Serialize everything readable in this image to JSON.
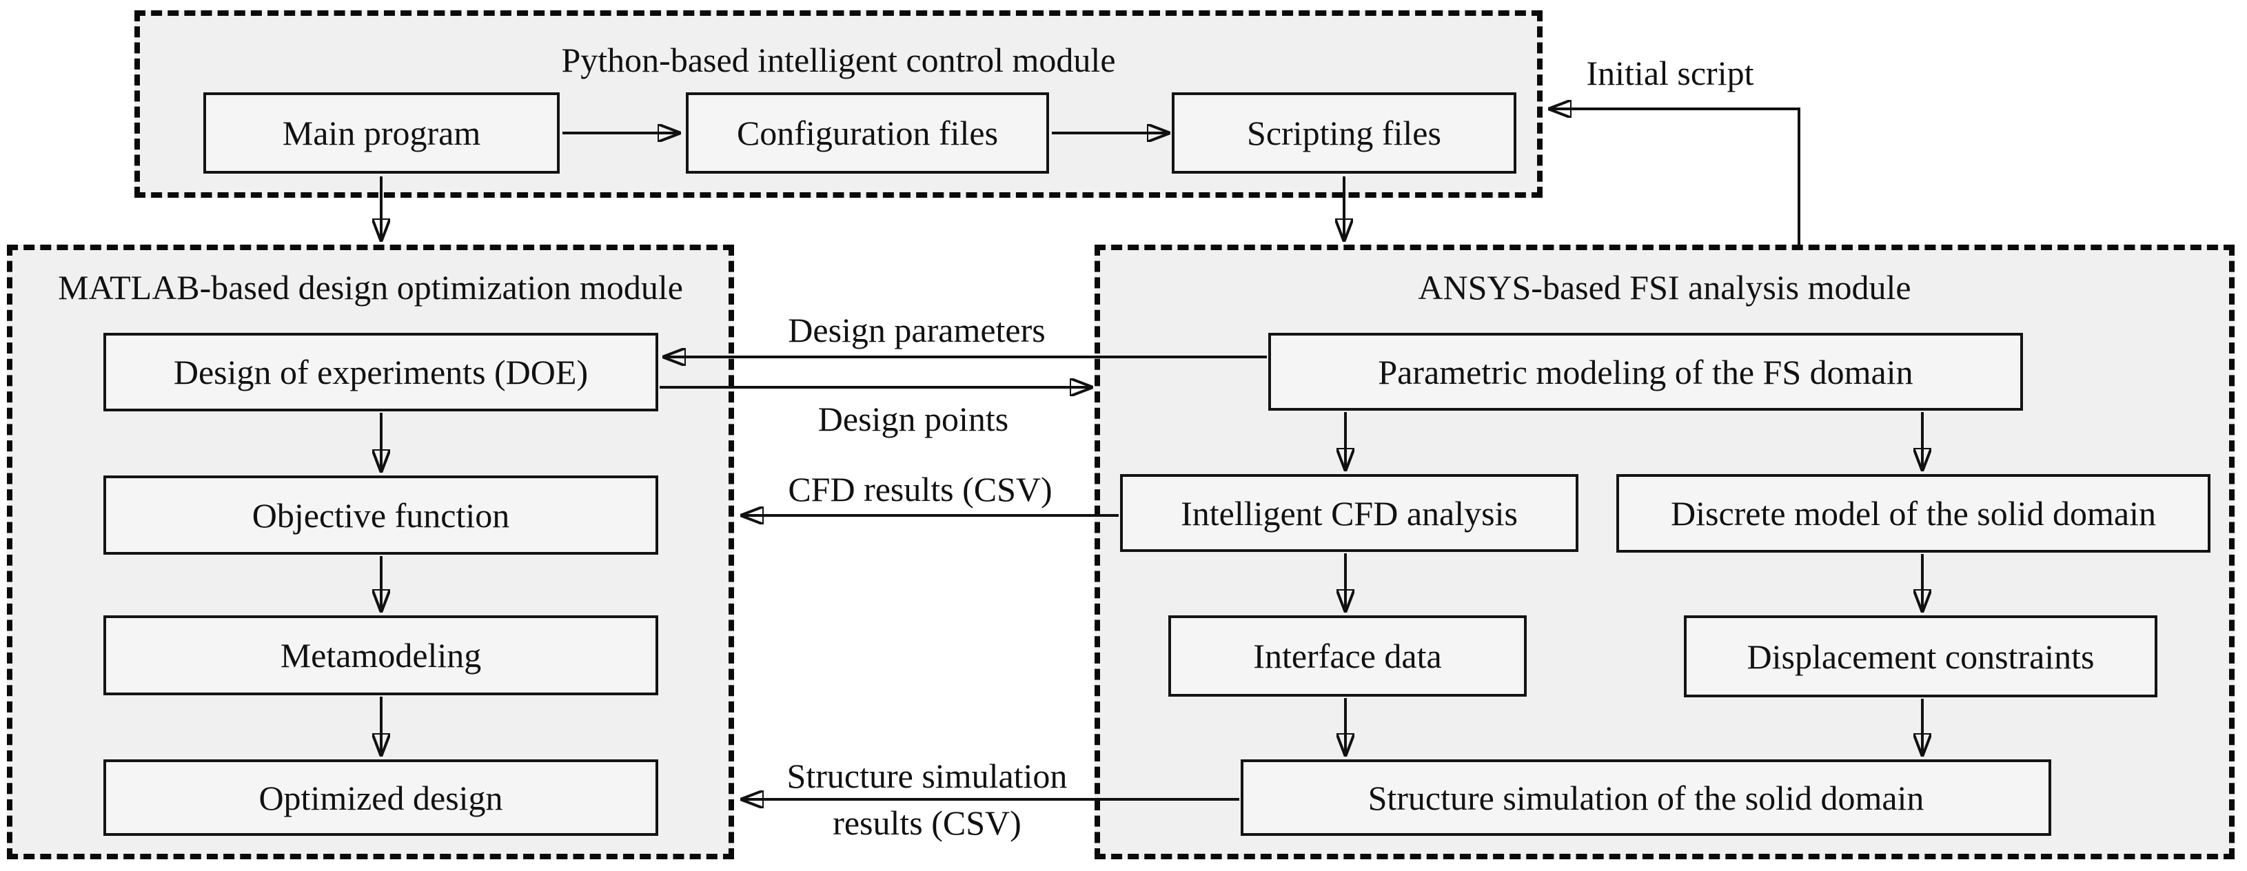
{
  "diagram": {
    "type": "flowchart",
    "modules": {
      "python": {
        "title": "Python-based intelligent control module",
        "nodes": {
          "main_program": "Main program",
          "configuration_files": "Configuration files",
          "scripting_files": "Scripting files"
        }
      },
      "matlab": {
        "title": "MATLAB-based design optimization module",
        "nodes": {
          "doe": "Design of experiments (DOE)",
          "objective_function": "Objective function",
          "metamodeling": "Metamodeling",
          "optimized_design": "Optimized design"
        }
      },
      "ansys": {
        "title": "ANSYS-based FSI analysis module",
        "nodes": {
          "parametric_modeling": "Parametric modeling of the FS domain",
          "intelligent_cfd": "Intelligent CFD analysis",
          "discrete_model": "Discrete model of the solid domain",
          "interface_data": "Interface data",
          "displacement_constraints": "Displacement constraints",
          "structure_simulation": "Structure simulation of the solid domain"
        }
      }
    },
    "edge_labels": {
      "initial_script": "Initial script",
      "design_parameters": "Design parameters",
      "design_points": "Design points",
      "cfd_results": "CFD results (CSV)",
      "structure_results_line1": "Structure simulation",
      "structure_results_line2": "results (CSV)"
    },
    "edges": [
      {
        "from": "main_program",
        "to": "configuration_files",
        "label": ""
      },
      {
        "from": "configuration_files",
        "to": "scripting_files",
        "label": ""
      },
      {
        "from": "main_program",
        "to": "matlab_module",
        "label": ""
      },
      {
        "from": "scripting_files",
        "to": "ansys_module",
        "label": ""
      },
      {
        "from": "ansys_module",
        "to": "scripting_files",
        "label": "Initial script"
      },
      {
        "from": "parametric_modeling",
        "to": "doe",
        "label": "Design parameters"
      },
      {
        "from": "doe",
        "to": "ansys_module",
        "label": "Design points"
      },
      {
        "from": "intelligent_cfd",
        "to": "matlab_module",
        "label": "CFD results (CSV)"
      },
      {
        "from": "structure_simulation",
        "to": "matlab_module",
        "label": "Structure simulation results (CSV)"
      },
      {
        "from": "doe",
        "to": "objective_function",
        "label": ""
      },
      {
        "from": "objective_function",
        "to": "metamodeling",
        "label": ""
      },
      {
        "from": "metamodeling",
        "to": "optimized_design",
        "label": ""
      },
      {
        "from": "parametric_modeling",
        "to": "intelligent_cfd",
        "label": ""
      },
      {
        "from": "parametric_modeling",
        "to": "discrete_model",
        "label": ""
      },
      {
        "from": "intelligent_cfd",
        "to": "interface_data",
        "label": ""
      },
      {
        "from": "discrete_model",
        "to": "displacement_constraints",
        "label": ""
      },
      {
        "from": "interface_data",
        "to": "structure_simulation",
        "label": ""
      },
      {
        "from": "displacement_constraints",
        "to": "structure_simulation",
        "label": ""
      }
    ],
    "colors": {
      "background": "#ffffff",
      "module_fill": "#f0f0f0",
      "node_fill": "#f5f5f5",
      "border": "#0a0a0a",
      "line": "#111111",
      "text": "#111111"
    }
  }
}
